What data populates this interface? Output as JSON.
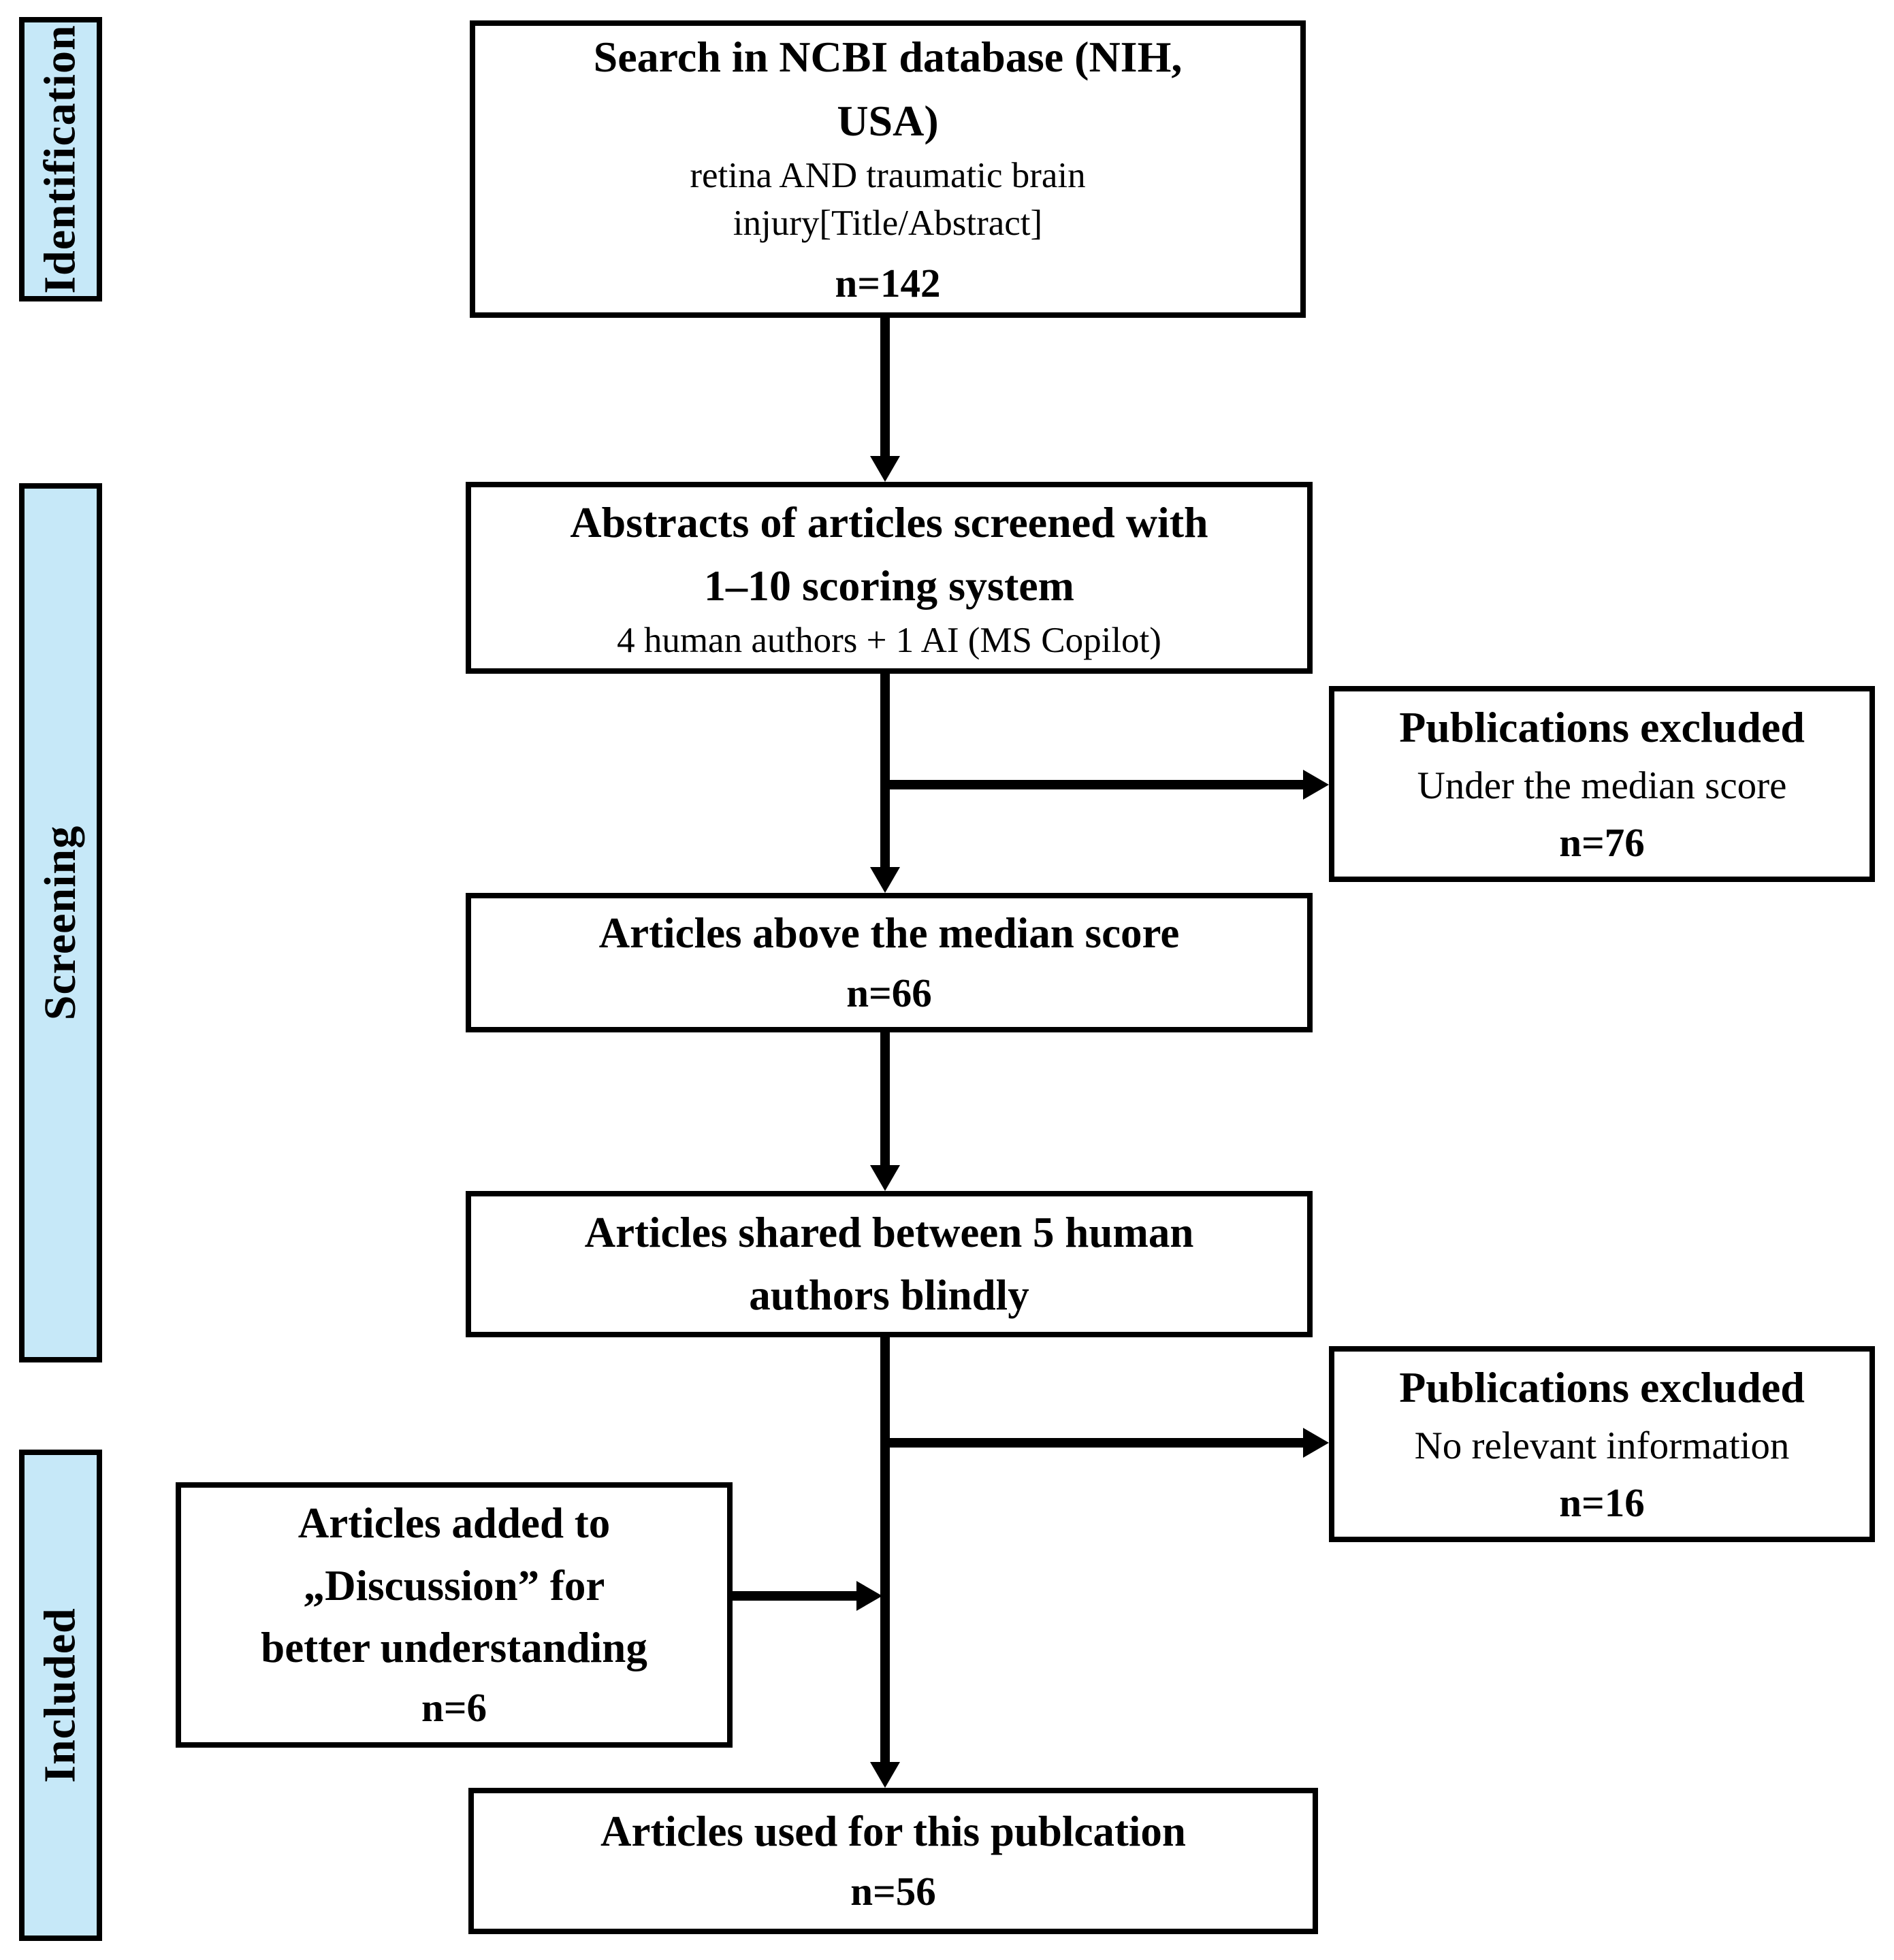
{
  "stages": {
    "identification": "Identification",
    "screening": "Screening",
    "included": "Included"
  },
  "boxes": {
    "search": {
      "title_line1": "Search in NCBI database (NIH,",
      "title_line2": "USA)",
      "query_line1": "retina AND traumatic brain",
      "query_line2": "injury[Title/Abstract]",
      "count": "n=142"
    },
    "abstracts": {
      "title_line1": "Abstracts of articles screened with",
      "title_line2": "1–10 scoring system",
      "subtitle": "4 human authors + 1 AI (MS Copilot)"
    },
    "excluded_median": {
      "title": "Publications excluded",
      "reason": "Under the median score",
      "count": "n=76"
    },
    "above_median": {
      "title": "Articles above the median score",
      "count": "n=66"
    },
    "shared": {
      "title_line1": "Articles shared between 5 human",
      "title_line2": "authors blindly"
    },
    "excluded_relevance": {
      "title": "Publications excluded",
      "reason": "No relevant information",
      "count": "n=16"
    },
    "added_discussion": {
      "line1": "Articles added to",
      "line2": "„Discussion” for",
      "line3": "better understanding",
      "count": "n=6"
    },
    "used": {
      "title": "Articles used for this publcation",
      "count": "n=56"
    }
  },
  "colors": {
    "stage_fill": "#c6e8f8",
    "line_color": "#000000"
  }
}
